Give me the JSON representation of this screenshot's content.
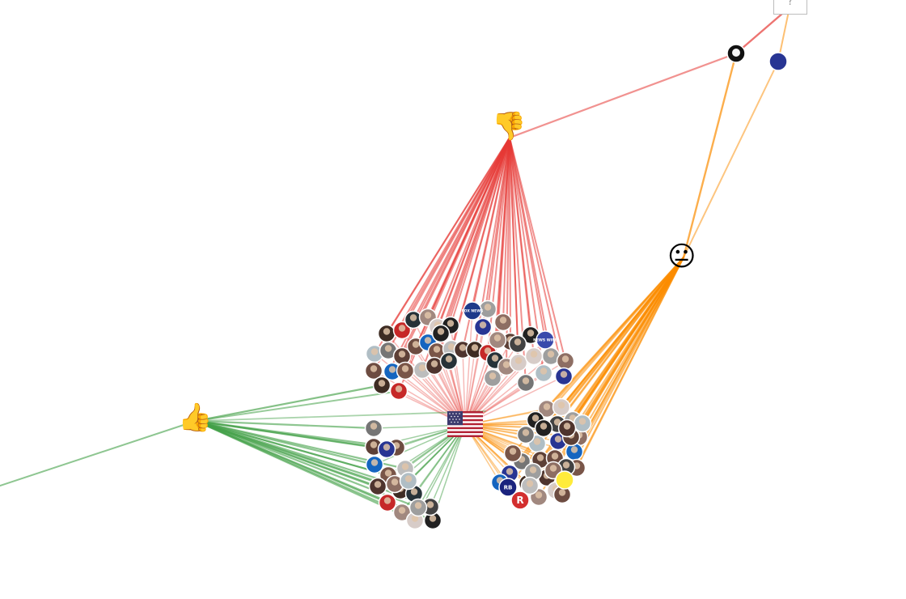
{
  "canvas": {
    "background": "#ffffff"
  },
  "colors": {
    "negative": "#e53935",
    "neutral": "#fb8c00",
    "positive": "#43a047",
    "node_border": "#ffffff"
  },
  "sentiment_nodes": [
    {
      "id": "thumbs-down",
      "glyph": "👎",
      "color": "#e53935"
    },
    {
      "id": "neutral-face",
      "glyph": "😐",
      "color": "#fb8c00"
    },
    {
      "id": "thumbs-up",
      "glyph": "👍",
      "color": "#43a047"
    }
  ],
  "hub": {
    "id": "us-flag",
    "label": "flag-us-icon"
  },
  "unknown_node": {
    "label": "?"
  },
  "account_labels": {
    "fox_news": "FOX NEWS",
    "news_wire": "NEWS WIRE",
    "r_logo": "R",
    "rb_logo": "RB"
  },
  "groups": [
    {
      "sentiment": "negative",
      "count": 44
    },
    {
      "sentiment": "neutral",
      "count": 33
    },
    {
      "sentiment": "positive",
      "count": 18
    }
  ]
}
